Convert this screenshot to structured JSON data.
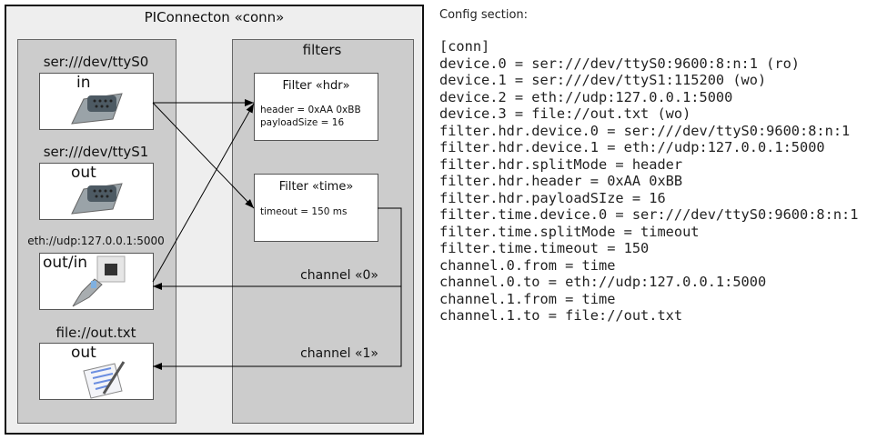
{
  "diagram": {
    "title": "PIConnecton «conn»",
    "filters_panel_title": "filters",
    "devices": [
      {
        "label": "ser:///dev/ttyS0",
        "direction": "in",
        "icon": "serial-port-icon"
      },
      {
        "label": "ser:///dev/ttyS1",
        "direction": "out",
        "icon": "serial-port-icon"
      },
      {
        "label": "eth://udp:127.0.0.1:5000",
        "direction": "out/in",
        "icon": "ethernet-port-icon"
      },
      {
        "label": "file://out.txt",
        "direction": "out",
        "icon": "text-file-icon"
      }
    ],
    "filters": [
      {
        "title": "Filter «hdr»",
        "params": "header = 0xAA 0xBB\npayloadSize = 16"
      },
      {
        "title": "Filter «time»",
        "params": "timeout = 150 ms"
      }
    ],
    "channels": [
      {
        "label": "channel «0»"
      },
      {
        "label": "channel «1»"
      }
    ]
  },
  "config": {
    "title": "Config section:",
    "lines": [
      "[conn]",
      "device.0 = ser:///dev/ttyS0:9600:8:n:1 (ro)",
      "device.1 = ser:///dev/ttyS1:115200 (wo)",
      "device.2 = eth://udp:127.0.0.1:5000",
      "device.3 = file://out.txt (wo)",
      "filter.hdr.device.0 = ser:///dev/ttyS0:9600:8:n:1",
      "filter.hdr.device.1 = eth://udp:127.0.0.1:5000",
      "filter.hdr.splitMode = header",
      "filter.hdr.header = 0xAA 0xBB",
      "filter.hdr.payloadSIze = 16",
      "filter.time.device.0 = ser:///dev/ttyS0:9600:8:n:1",
      "filter.time.splitMode = timeout",
      "filter.time.timeout = 150",
      "channel.0.from = time",
      "channel.0.to = eth://udp:127.0.0.1:5000",
      "channel.1.from = time",
      "channel.1.to = file://out.txt"
    ]
  }
}
